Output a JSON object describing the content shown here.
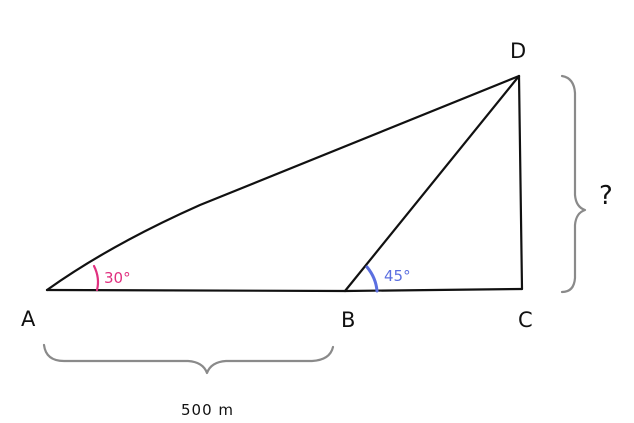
{
  "points": {
    "A": "A",
    "B": "B",
    "C": "C",
    "D": "D"
  },
  "angles": {
    "at_A": "30°",
    "at_B": "45°"
  },
  "distance_AB": "500 m",
  "unknown_height": "?",
  "colors": {
    "lines": "#111111",
    "brace": "#8a8a8a",
    "angle_A": "#e0307f",
    "angle_B": "#5b6fe0"
  }
}
